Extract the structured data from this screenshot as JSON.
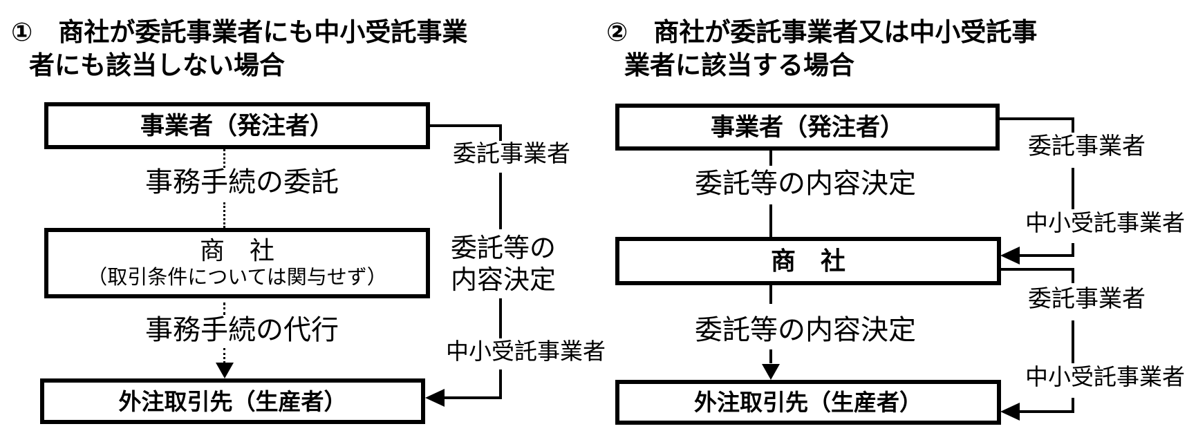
{
  "colors": {
    "line": "#000000",
    "background": "#ffffff",
    "text": "#000000"
  },
  "diagram1": {
    "title_lines": [
      "①　商社が委託事業者にも中小受託事業",
      "者にも該当しない場合"
    ],
    "boxes": {
      "orderer": "事業者（発注者）",
      "trading_company": "商　社",
      "trading_company_note": "（取引条件については関与せず）",
      "outsource": "外注取引先（生産者）"
    },
    "flow_labels": {
      "entrust_admin": "事務手続の委託",
      "proxy_admin": "事務手続の代行"
    },
    "bracket_labels": {
      "consignor": "委託事業者",
      "content_decision_lines": [
        "委託等の",
        "内容決定"
      ],
      "sme_consignee": "中小受託事業者"
    }
  },
  "diagram2": {
    "title_lines": [
      "②　商社が委託事業者又は中小受託事",
      "業者に該当する場合"
    ],
    "boxes": {
      "orderer": "事業者（発注者）",
      "trading_company": "商　社",
      "outsource": "外注取引先（生産者）"
    },
    "flow_labels": {
      "content_decision_top": "委託等の内容決定",
      "content_decision_bottom": "委託等の内容決定"
    },
    "bracket1_labels": {
      "consignor": "委託事業者",
      "sme_consignee": "中小受託事業者"
    },
    "bracket2_labels": {
      "consignor": "委託事業者",
      "sme_consignee": "中小受託事業者"
    }
  }
}
